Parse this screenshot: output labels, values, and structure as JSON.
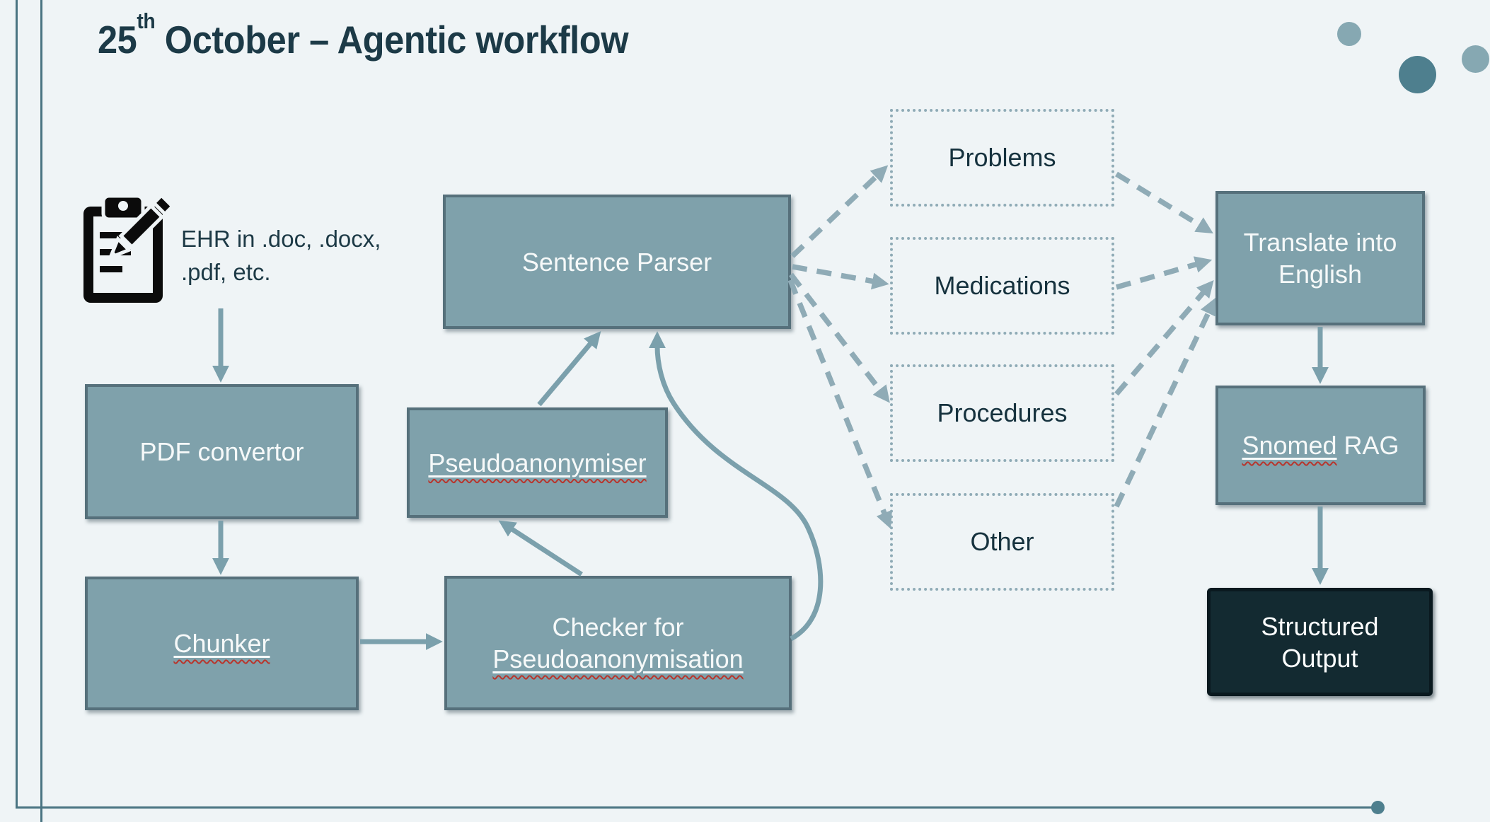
{
  "slide": {
    "title": {
      "prefix": "25",
      "superscript": "th",
      "rest": " October – Agentic workflow"
    }
  },
  "annotation": {
    "icon": "clipboard-pencil-icon",
    "ehr_note": {
      "line1": "EHR in .doc, .docx,",
      "line2": ".pdf, etc."
    }
  },
  "nodes": {
    "pdf_convertor": {
      "label": "PDF convertor"
    },
    "chunker": {
      "label": "Chunker",
      "misspelled": true
    },
    "pseudoanonymiser": {
      "label": "Pseudoanonymiser",
      "misspelled": true
    },
    "sentence_parser": {
      "label": "Sentence Parser"
    },
    "checker": {
      "line1": "Checker for",
      "line2": "Pseudoanonymisation",
      "line2_misspelled": true
    },
    "translate": {
      "line1": "Translate into",
      "line2": "English"
    },
    "snomed_rag": {
      "word": "Snomed",
      "word_misspelled": true,
      "rest": " RAG"
    },
    "structured_output": {
      "line1": "Structured",
      "line2": "Output"
    }
  },
  "categories": [
    "Problems",
    "Medications",
    "Procedures",
    "Other"
  ],
  "colors": {
    "background": "#eff4f6",
    "node_fill": "#7fa1ab",
    "node_border": "#56707b",
    "dark_node_fill": "#132a31",
    "solid_arrow": "#7ba0ac",
    "dashed_arrow": "#8fabb6",
    "dotted_border": "#8fabb6",
    "title_text": "#1c3a47",
    "category_text": "#16323e",
    "frame_line": "#4a7482",
    "decor_dot_light": "#86a8b2",
    "decor_dot_dark": "#4e7f8e",
    "spellcheck_squiggle": "#b8352c"
  }
}
